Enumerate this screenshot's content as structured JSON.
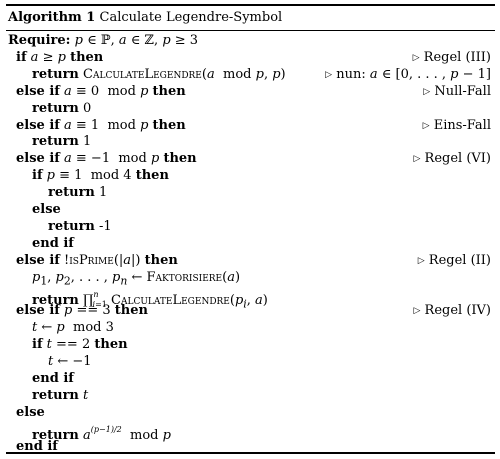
{
  "caption": {
    "label": "Algorithm 1",
    "title": "Calculate Legendre-Symbol"
  },
  "lines": [
    {
      "indent": 0,
      "html": "<span class=\"kw\">Require:</span> <span class=\"m\">p</span> ∈ ℙ, <span class=\"m\">a</span> ∈ ℤ, <span class=\"m\">p</span> ≥ 3",
      "comment": ""
    },
    {
      "indent": 1,
      "html": "<span class=\"kw\">if</span> <span class=\"m\">a</span> ≥ <span class=\"m\">p</span> <span class=\"kw\">then</span>",
      "comment": "Regel (III)"
    },
    {
      "indent": 2,
      "html": "<span class=\"kw\">return</span> <span class=\"sc\">CalculateLegendre</span>(<span class=\"m\">a</span> &nbsp;mod <span class=\"m\">p</span>, <span class=\"m\">p</span>)",
      "comment": "nun: <span class=\"m\">a</span> ∈ [0, . . . , <span class=\"m\">p</span> − 1]"
    },
    {
      "indent": 1,
      "html": "<span class=\"kw\">else if</span> <span class=\"m\">a</span> ≡ 0 &nbsp;mod <span class=\"m\">p</span> <span class=\"kw\">then</span>",
      "comment": "Null-Fall"
    },
    {
      "indent": 2,
      "html": "<span class=\"kw\">return</span> 0",
      "comment": ""
    },
    {
      "indent": 1,
      "html": "<span class=\"kw\">else if</span> <span class=\"m\">a</span> ≡ 1 &nbsp;mod <span class=\"m\">p</span> <span class=\"kw\">then</span>",
      "comment": "Eins-Fall"
    },
    {
      "indent": 2,
      "html": "<span class=\"kw\">return</span> 1",
      "comment": ""
    },
    {
      "indent": 1,
      "html": "<span class=\"kw\">else if</span> <span class=\"m\">a</span> ≡ −1 &nbsp;mod <span class=\"m\">p</span> <span class=\"kw\">then</span>",
      "comment": "Regel (VI)"
    },
    {
      "indent": 2,
      "html": "<span class=\"kw\">if</span> <span class=\"m\">p</span> ≡ 1 &nbsp;mod 4 <span class=\"kw\">then</span>",
      "comment": ""
    },
    {
      "indent": 3,
      "html": "<span class=\"kw\">return</span> 1",
      "comment": ""
    },
    {
      "indent": 2,
      "html": "<span class=\"kw\">else</span>",
      "comment": ""
    },
    {
      "indent": 3,
      "html": "<span class=\"kw\">return</span> -1",
      "comment": ""
    },
    {
      "indent": 2,
      "html": "<span class=\"kw\">end if</span>",
      "comment": ""
    },
    {
      "indent": 1,
      "html": "<span class=\"kw\">else if</span> !<span class=\"sc\">isPrime</span>(|<span class=\"m\">a</span>|) <span class=\"kw\">then</span>",
      "comment": "Regel (II)"
    },
    {
      "indent": 2,
      "html": "<span class=\"m\">p</span><sub>1</sub>, <span class=\"m\">p</span><sub>2</sub>, . . . , <span class=\"m\">p<sub>n</sub></span> ← <span class=\"sc\">Faktorisiere</span>(<span class=\"m\">a</span>)",
      "comment": ""
    },
    {
      "indent": 2,
      "html": "<span class=\"kw\">return</span> ∏<sup class=\"sup\">n</sup><sub style=\"font-size:8px;margin-left:-6px\"><i>i</i>=1</sub> <span class=\"sc\">CalculateLegendre</span>(<span class=\"m\">p<sub>i</sub></span>, <span class=\"m\">a</span>)",
      "comment": ""
    },
    {
      "indent": 1,
      "html": "<span class=\"kw\">else if</span> <span class=\"m\">p</span> == 3 <span class=\"kw\">then</span>",
      "comment": "Regel (IV)"
    },
    {
      "indent": 2,
      "html": "<span class=\"m\">t</span> ← <span class=\"m\">p</span> &nbsp;mod 3",
      "comment": ""
    },
    {
      "indent": 2,
      "html": "<span class=\"kw\">if</span> <span class=\"m\">t</span> == 2 <span class=\"kw\">then</span>",
      "comment": ""
    },
    {
      "indent": 3,
      "html": "<span class=\"m\">t</span> ← −1",
      "comment": ""
    },
    {
      "indent": 2,
      "html": "<span class=\"kw\">end if</span>",
      "comment": ""
    },
    {
      "indent": 2,
      "html": "<span class=\"kw\">return</span> <span class=\"m\">t</span>",
      "comment": ""
    },
    {
      "indent": 1,
      "html": "<span class=\"kw\">else</span>",
      "comment": ""
    },
    {
      "indent": 2,
      "html": "<span class=\"kw\">return</span> <span class=\"m\">a</span><sup class=\"sup\">(p−1)/2</sup> &nbsp;mod <span class=\"m\">p</span>",
      "comment": ""
    },
    {
      "indent": 1,
      "html": "<span class=\"kw\">end if</span>",
      "comment": ""
    }
  ]
}
